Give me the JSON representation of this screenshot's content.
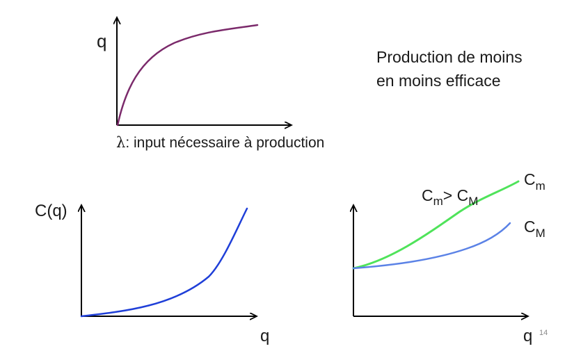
{
  "slide": {
    "page_number": "14"
  },
  "top_diagram": {
    "y_label": "q",
    "lambda_symbol": "λ",
    "x_label": ": input nécessaire à production",
    "curve_color": "#7b2a6b"
  },
  "side_text": {
    "line1": "Production de moins",
    "line2": "en moins efficace"
  },
  "bottom_left_diagram": {
    "y_label": "C(q)",
    "x_label": "q",
    "curve_color": "#1f3fd8"
  },
  "bottom_right_diagram": {
    "x_label": "q",
    "curve_upper": {
      "label_main": "C",
      "label_sub": "m",
      "color": "#4fe35a"
    },
    "curve_lower": {
      "label_main": "C",
      "label_sub": "M",
      "color": "#5b82e6"
    },
    "comparison": {
      "left_main": "C",
      "left_sub": "m",
      "operator": "> ",
      "right_main": "C",
      "right_sub": "M"
    }
  }
}
